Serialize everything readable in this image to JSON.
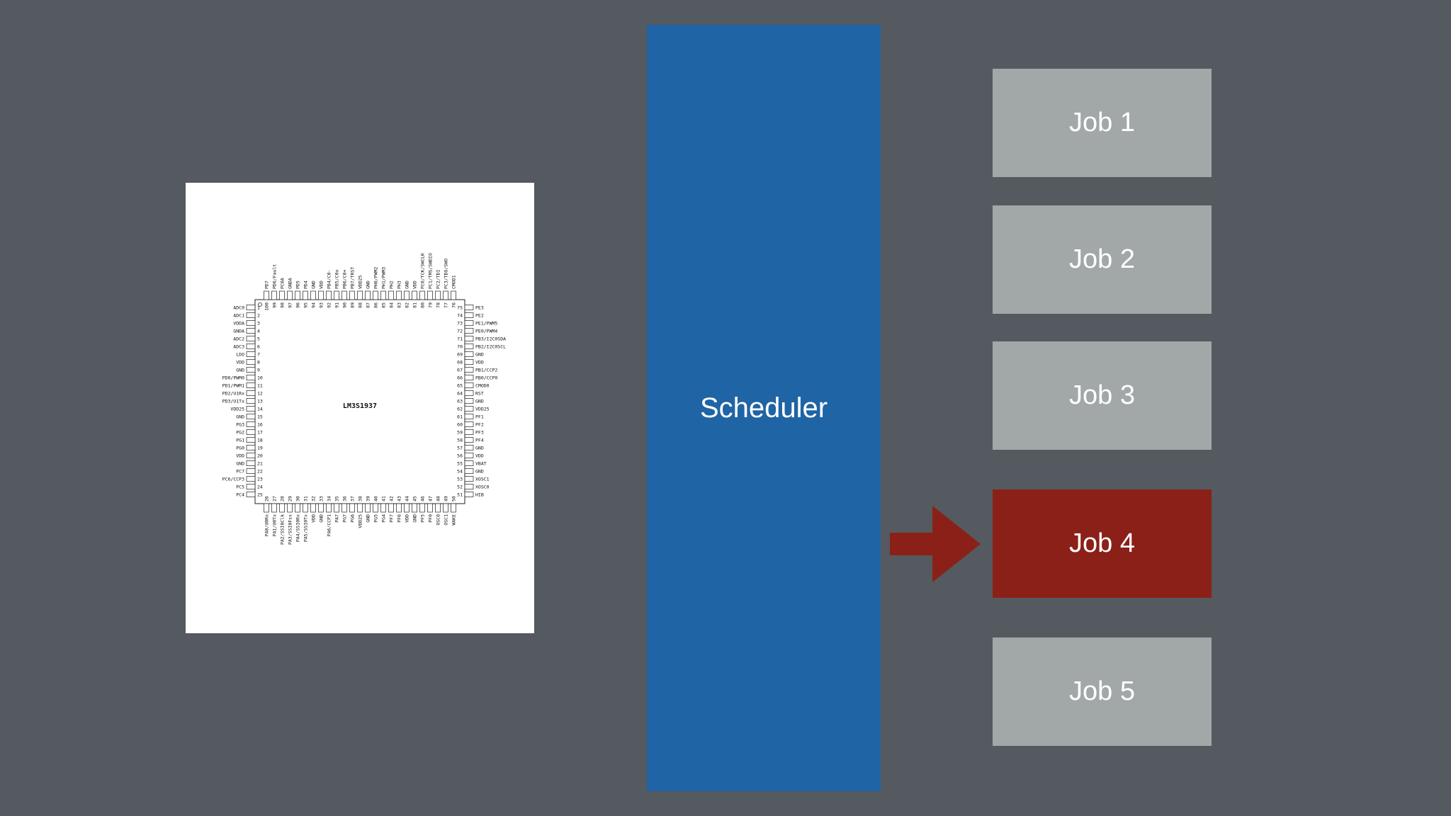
{
  "chip": {
    "part_number": "LM3S1937",
    "left_pins": [
      {
        "n": "1",
        "name": "ADC0"
      },
      {
        "n": "2",
        "name": "ADC1"
      },
      {
        "n": "3",
        "name": "VDDA"
      },
      {
        "n": "4",
        "name": "GNDA"
      },
      {
        "n": "5",
        "name": "ADC2"
      },
      {
        "n": "6",
        "name": "ADC3"
      },
      {
        "n": "7",
        "name": "LDO"
      },
      {
        "n": "8",
        "name": "VDD"
      },
      {
        "n": "9",
        "name": "GND"
      },
      {
        "n": "10",
        "name": "PD0/PWM0"
      },
      {
        "n": "11",
        "name": "PD1/PWM1"
      },
      {
        "n": "12",
        "name": "PD2/U1Rx"
      },
      {
        "n": "13",
        "name": "PD3/U1Tx"
      },
      {
        "n": "14",
        "name": "VDD25"
      },
      {
        "n": "15",
        "name": "GND"
      },
      {
        "n": "16",
        "name": "PG3"
      },
      {
        "n": "17",
        "name": "PG2"
      },
      {
        "n": "18",
        "name": "PG1"
      },
      {
        "n": "19",
        "name": "PG0"
      },
      {
        "n": "20",
        "name": "VDD"
      },
      {
        "n": "21",
        "name": "GND"
      },
      {
        "n": "22",
        "name": "PC7"
      },
      {
        "n": "23",
        "name": "PC6/CCP3"
      },
      {
        "n": "24",
        "name": "PC5"
      },
      {
        "n": "25",
        "name": "PC4"
      }
    ],
    "right_pins": [
      {
        "n": "75",
        "name": "PE3"
      },
      {
        "n": "74",
        "name": "PE2"
      },
      {
        "n": "73",
        "name": "PE1/PWM5"
      },
      {
        "n": "72",
        "name": "PE0/PWM4"
      },
      {
        "n": "71",
        "name": "PB3/I2C0SDA"
      },
      {
        "n": "70",
        "name": "PB2/I2C0SCL"
      },
      {
        "n": "69",
        "name": "GND"
      },
      {
        "n": "68",
        "name": "VDD"
      },
      {
        "n": "67",
        "name": "PB1/CCP2"
      },
      {
        "n": "66",
        "name": "PB0/CCP0"
      },
      {
        "n": "65",
        "name": "CMOD0"
      },
      {
        "n": "64",
        "name": "RST"
      },
      {
        "n": "63",
        "name": "GND"
      },
      {
        "n": "62",
        "name": "VDD25"
      },
      {
        "n": "61",
        "name": "PF1"
      },
      {
        "n": "60",
        "name": "PF2"
      },
      {
        "n": "59",
        "name": "PF3"
      },
      {
        "n": "58",
        "name": "PF4"
      },
      {
        "n": "57",
        "name": "GND"
      },
      {
        "n": "56",
        "name": "VDD"
      },
      {
        "n": "55",
        "name": "VBAT"
      },
      {
        "n": "54",
        "name": "GND"
      },
      {
        "n": "53",
        "name": "XOSC1"
      },
      {
        "n": "52",
        "name": "XOSC0"
      },
      {
        "n": "51",
        "name": "HIB"
      }
    ],
    "top_pins": [
      {
        "n": "100",
        "name": "PD7"
      },
      {
        "n": "99",
        "name": "PD6/Fault"
      },
      {
        "n": "98",
        "name": "PC0A"
      },
      {
        "n": "97",
        "name": "GNDA"
      },
      {
        "n": "96",
        "name": "PD5"
      },
      {
        "n": "95",
        "name": "PD4"
      },
      {
        "n": "94",
        "name": "GND"
      },
      {
        "n": "93",
        "name": "VDD"
      },
      {
        "n": "92",
        "name": "PB4/C0-"
      },
      {
        "n": "91",
        "name": "PB5/C0o"
      },
      {
        "n": "90",
        "name": "PB6/C0+"
      },
      {
        "n": "89",
        "name": "PB7/TRST"
      },
      {
        "n": "88",
        "name": "VDD25"
      },
      {
        "n": "87",
        "name": "GND"
      },
      {
        "n": "86",
        "name": "PH0/PWM2"
      },
      {
        "n": "85",
        "name": "PH1/PWM3"
      },
      {
        "n": "84",
        "name": "PH2"
      },
      {
        "n": "83",
        "name": "PH3"
      },
      {
        "n": "82",
        "name": "GND"
      },
      {
        "n": "81",
        "name": "VDD"
      },
      {
        "n": "80",
        "name": "PC0/TCK/SWCLK"
      },
      {
        "n": "79",
        "name": "PC1/TMS/SWDIO"
      },
      {
        "n": "78",
        "name": "PC2/TDI"
      },
      {
        "n": "77",
        "name": "PC3/TDO/SWO"
      },
      {
        "n": "76",
        "name": "CMOD1"
      }
    ],
    "bottom_pins": [
      {
        "n": "26",
        "name": "PA0/U0Rx"
      },
      {
        "n": "27",
        "name": "PA1/U0Tx"
      },
      {
        "n": "28",
        "name": "PA2/SSI0Clk"
      },
      {
        "n": "29",
        "name": "PA3/SSI0Fss"
      },
      {
        "n": "30",
        "name": "PA4/SSI0Rx"
      },
      {
        "n": "31",
        "name": "PA5/SSI0Tx"
      },
      {
        "n": "32",
        "name": "VDD"
      },
      {
        "n": "33",
        "name": "GND"
      },
      {
        "n": "34",
        "name": "PA6/CCP1"
      },
      {
        "n": "35",
        "name": "PA7"
      },
      {
        "n": "36",
        "name": "PG7"
      },
      {
        "n": "37",
        "name": "PG6"
      },
      {
        "n": "38",
        "name": "VDD25"
      },
      {
        "n": "39",
        "name": "GND"
      },
      {
        "n": "40",
        "name": "PG5"
      },
      {
        "n": "41",
        "name": "PG4"
      },
      {
        "n": "42",
        "name": "PF7"
      },
      {
        "n": "43",
        "name": "PF6"
      },
      {
        "n": "44",
        "name": "VDD"
      },
      {
        "n": "45",
        "name": "GND"
      },
      {
        "n": "46",
        "name": "PF5"
      },
      {
        "n": "47",
        "name": "PF0"
      },
      {
        "n": "48",
        "name": "OSC0"
      },
      {
        "n": "49",
        "name": "OSC1"
      },
      {
        "n": "50",
        "name": "WAKE"
      }
    ]
  },
  "scheduler": {
    "label": "Scheduler"
  },
  "jobs": [
    {
      "label": "Job 1",
      "active": false
    },
    {
      "label": "Job 2",
      "active": false
    },
    {
      "label": "Job 3",
      "active": false
    },
    {
      "label": "Job 4",
      "active": true
    },
    {
      "label": "Job 5",
      "active": false
    }
  ],
  "colors": {
    "background": "#545a60",
    "scheduler": "#1f64a4",
    "job": "#a2a8a8",
    "job_active": "#8b2018",
    "arrow": "#8b2018"
  }
}
